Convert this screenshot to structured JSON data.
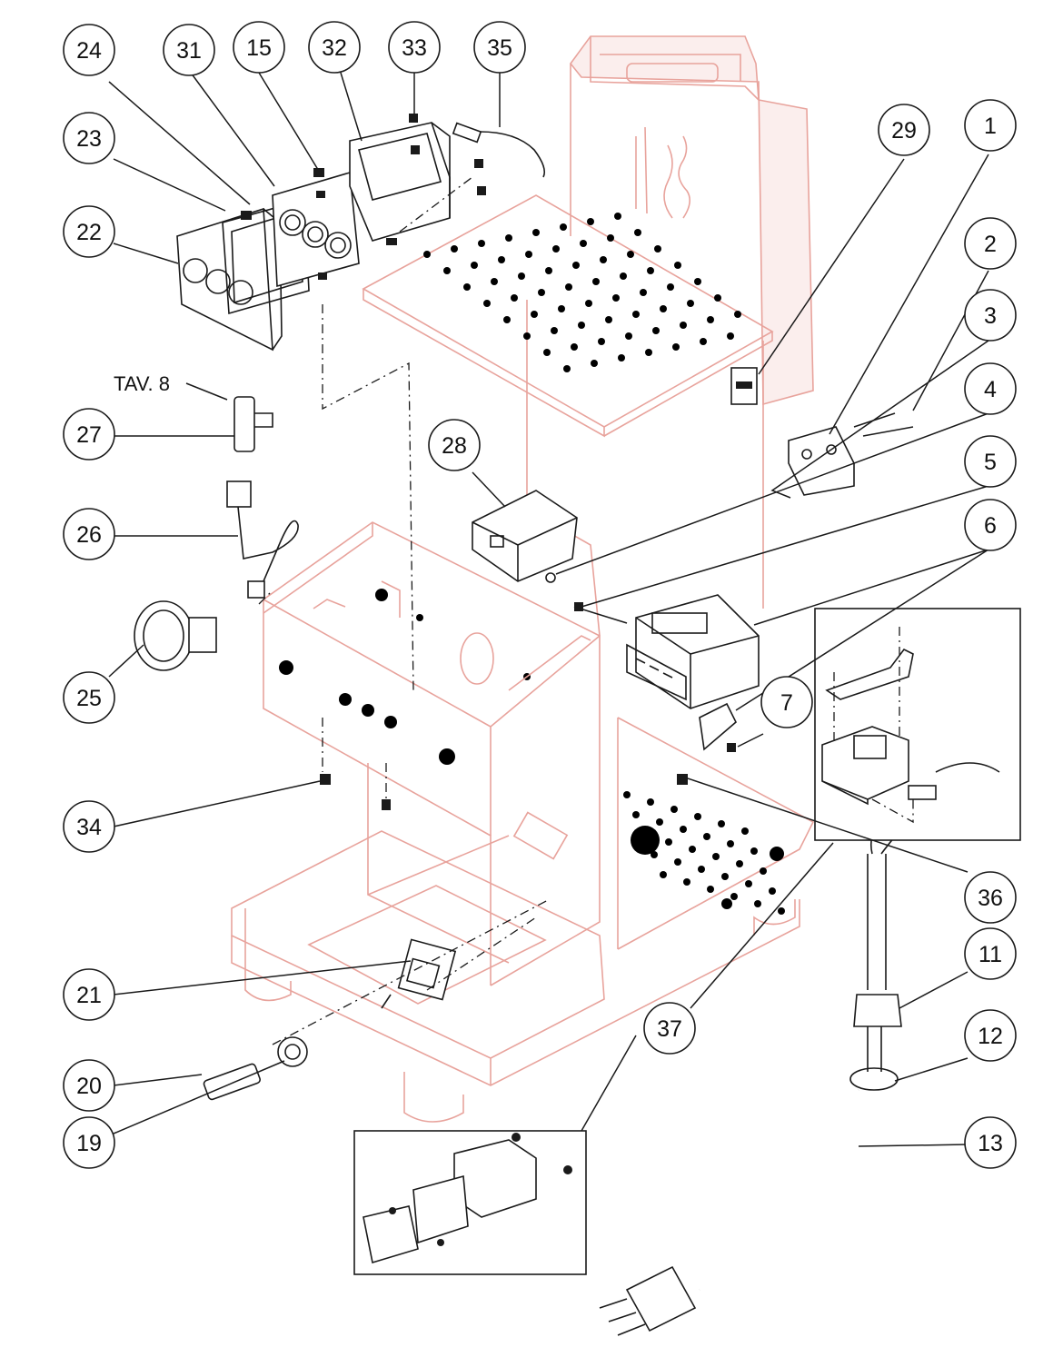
{
  "reference_label": "TAV. 8",
  "callouts": [
    "24",
    "31",
    "15",
    "32",
    "33",
    "35",
    "23",
    "22",
    "29",
    "1",
    "2",
    "3",
    "4",
    "5",
    "6",
    "7",
    "27",
    "26",
    "25",
    "28",
    "34",
    "36",
    "21",
    "37",
    "11",
    "12",
    "13",
    "20",
    "19"
  ]
}
